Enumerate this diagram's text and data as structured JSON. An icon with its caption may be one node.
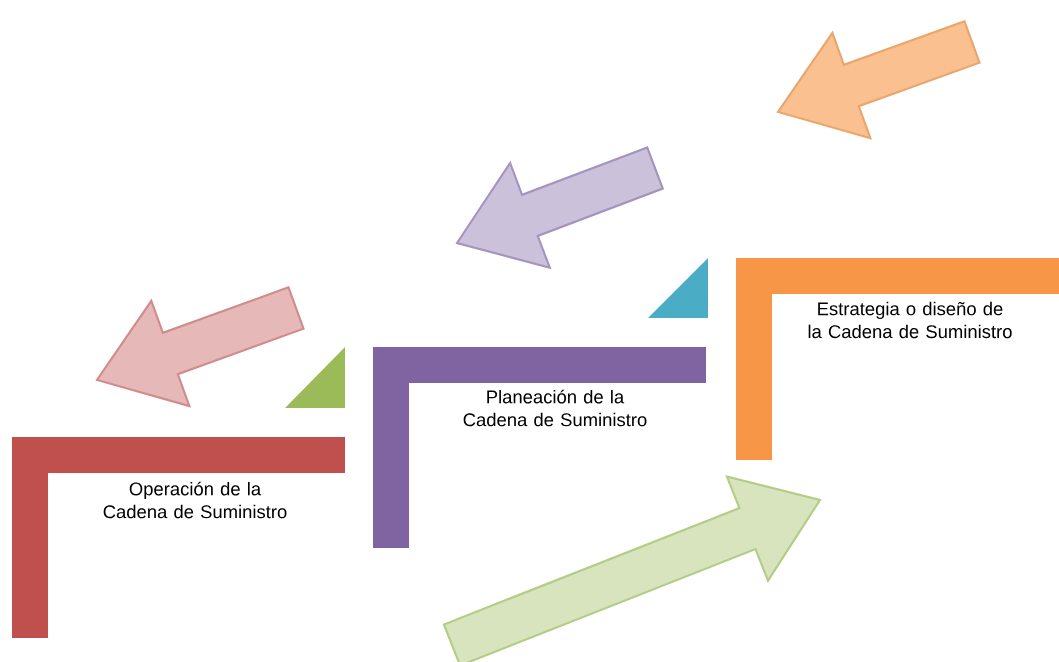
{
  "diagram": {
    "nodes": [
      {
        "text": [
          "Operación de la Cadena de Suministro"
        ]
      },
      {
        "text": [
          "Planeación de la Cadena de Suministro"
        ]
      },
      {
        "text": [
          "Estrategia o diseño de la Cadena de Suministro"
        ]
      }
    ]
  }
}
